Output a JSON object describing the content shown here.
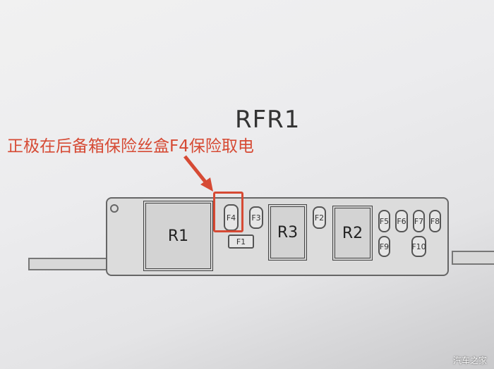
{
  "title": "RFR1",
  "annotation": "正极在后备箱保险丝盒F4保险取电",
  "highlight_color": "#d64a34",
  "relays": [
    "R1",
    "R3",
    "R2"
  ],
  "fuses": [
    "F1",
    "F2",
    "F3",
    "F4",
    "F5",
    "F6",
    "F7",
    "F8",
    "F9",
    "F10"
  ],
  "watermark": "汽车之家"
}
